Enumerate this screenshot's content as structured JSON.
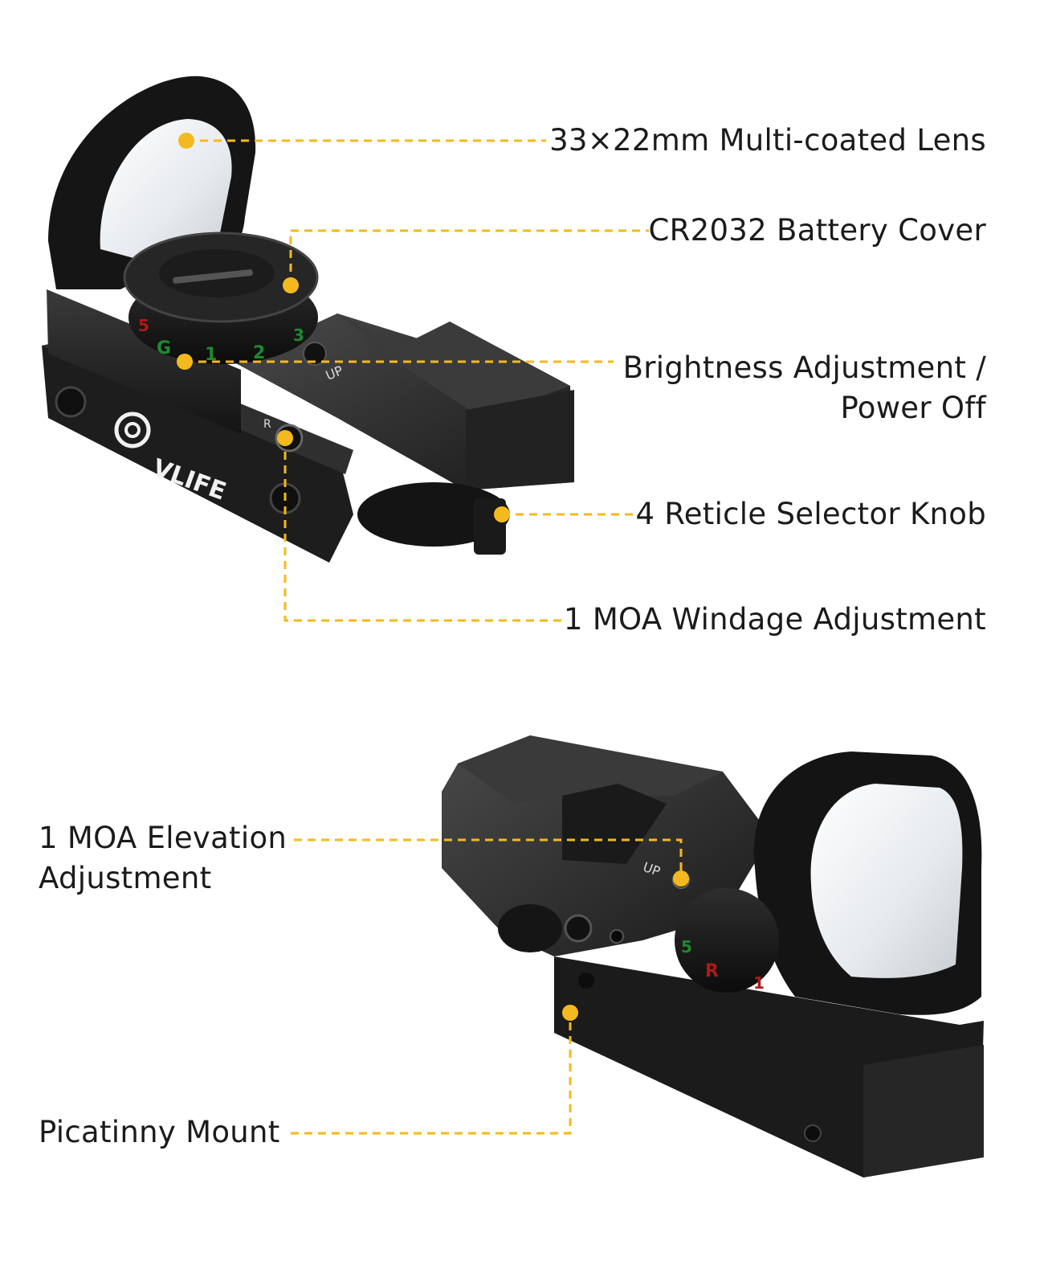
{
  "brand": {
    "logo_text": "VLIFE"
  },
  "colors": {
    "accent": "#f4b91e",
    "body_dark": "#1c1c1c",
    "body_mid": "#2a2a2a",
    "lens": "#eef1f3",
    "reticle_red": "#b01818",
    "reticle_green": "#1e8a2e"
  },
  "callouts_top": [
    {
      "text": "33×22mm Multi-coated Lens"
    },
    {
      "text": "CR2032 Battery Cover"
    },
    {
      "line1": "Brightness Adjustment /",
      "line2": "Power Off"
    },
    {
      "text": "4 Reticle Selector Knob"
    },
    {
      "text": "1 MOA Windage Adjustment"
    }
  ],
  "callouts_bottom": [
    {
      "line1": "1 MOA Elevation",
      "line2": "Adjustment"
    },
    {
      "text": "Picatinny Mount"
    }
  ],
  "dial_marks_top": [
    "5",
    "G",
    "1",
    "2",
    "3"
  ],
  "dial_marks_bottom": [
    "5",
    "R",
    "1"
  ],
  "engraving": {
    "up": "UP",
    "r": "R"
  }
}
